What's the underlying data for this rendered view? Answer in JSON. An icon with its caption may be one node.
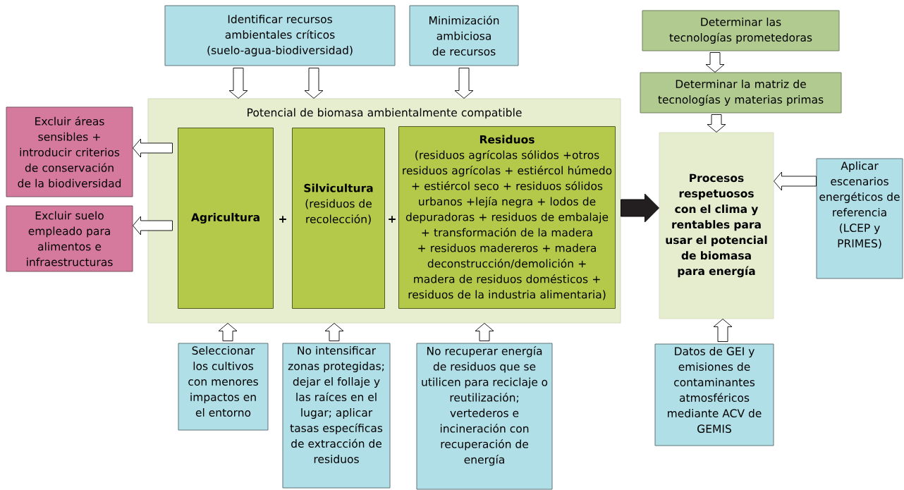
{
  "diagram": {
    "nodes": [
      {
        "text": [
          "Identificar recursos ambientales críticos (suelo-agua-biodiversidad)"
        ]
      },
      {
        "text": [
          "Minimización ambiciosa de recursos"
        ]
      },
      {
        "text": [
          "Determinar las tecnologías prometedoras"
        ]
      },
      {
        "text": [
          "Determinar la matriz de tecnologías y materias primas"
        ]
      },
      {
        "text": [
          "Potencial de biomasa ambientalmente compatible"
        ]
      },
      {
        "text": [
          "Agricultura"
        ],
        "in": 4
      },
      {
        "text": [
          "Silvicultura",
          "(residuos de recolección)"
        ],
        "in": 4
      },
      {
        "text": [
          "Residuos",
          "(residuos agrícolas sólidos +otros residuos agrícolas + estiércol húmedo + estiércol seco + residuos sólidos urbanos +lejía negra + lodos de depuradoras + residuos de embalaje + transformación de la madera + residuos madereros + madera deconstrucción/demolición + madera de residuos domésticos + residuos de la industria alimentaria)"
        ],
        "in": 4
      },
      {
        "text": [
          "Procesos respetuosos con el clima y rentables para usar el potencial de biomasa para energía"
        ]
      },
      {
        "text": [
          "Excluir áreas sensibles + introducir criterios de conservación de la biodiversidad"
        ]
      },
      {
        "text": [
          "Excluir suelo empleado para alimentos e infraestructuras"
        ]
      },
      {
        "text": [
          "Aplicar escenarios energéticos de referencia (LCEP y PRIMES)"
        ]
      },
      {
        "text": [
          "Seleccionar los cultivos con menores impactos en el entorno"
        ]
      },
      {
        "text": [
          "No intensificar zonas protegidas; dejar el follaje y las raíces en el lugar; aplicar tasas específicas de extracción de residuos"
        ]
      },
      {
        "text": [
          "No recuperar energía de residuos que se utilicen para reciclaje o reutilización; vertederos e incineración con recuperación de energía"
        ]
      },
      {
        "text": [
          "Datos de GEI y emisiones de contaminantes atmosféricos mediante ACV de GEMIS"
        ]
      }
    ],
    "edges": [
      {
        "from": 0,
        "to": 4,
        "arrow": "to"
      },
      {
        "from": 0,
        "to": 4,
        "arrow": "to"
      },
      {
        "from": 1,
        "to": 4,
        "arrow": "to"
      },
      {
        "from": 2,
        "to": 3,
        "arrow": "to"
      },
      {
        "from": 3,
        "to": 8,
        "arrow": "to"
      },
      {
        "from": 4,
        "to": 9,
        "arrow": "to"
      },
      {
        "from": 4,
        "to": 10,
        "arrow": "to"
      },
      {
        "from": 4,
        "to": 8,
        "arrow": "to",
        "style": "thick",
        "color": "#231f20"
      },
      {
        "from": 11,
        "to": 8,
        "arrow": "to"
      },
      {
        "from": 12,
        "to": 4,
        "arrow": "to"
      },
      {
        "from": 13,
        "to": 4,
        "arrow": "to"
      },
      {
        "from": 14,
        "to": 4,
        "arrow": "to"
      },
      {
        "from": 15,
        "to": 8,
        "arrow": "to"
      }
    ],
    "labels": [
      "+",
      "+"
    ]
  }
}
